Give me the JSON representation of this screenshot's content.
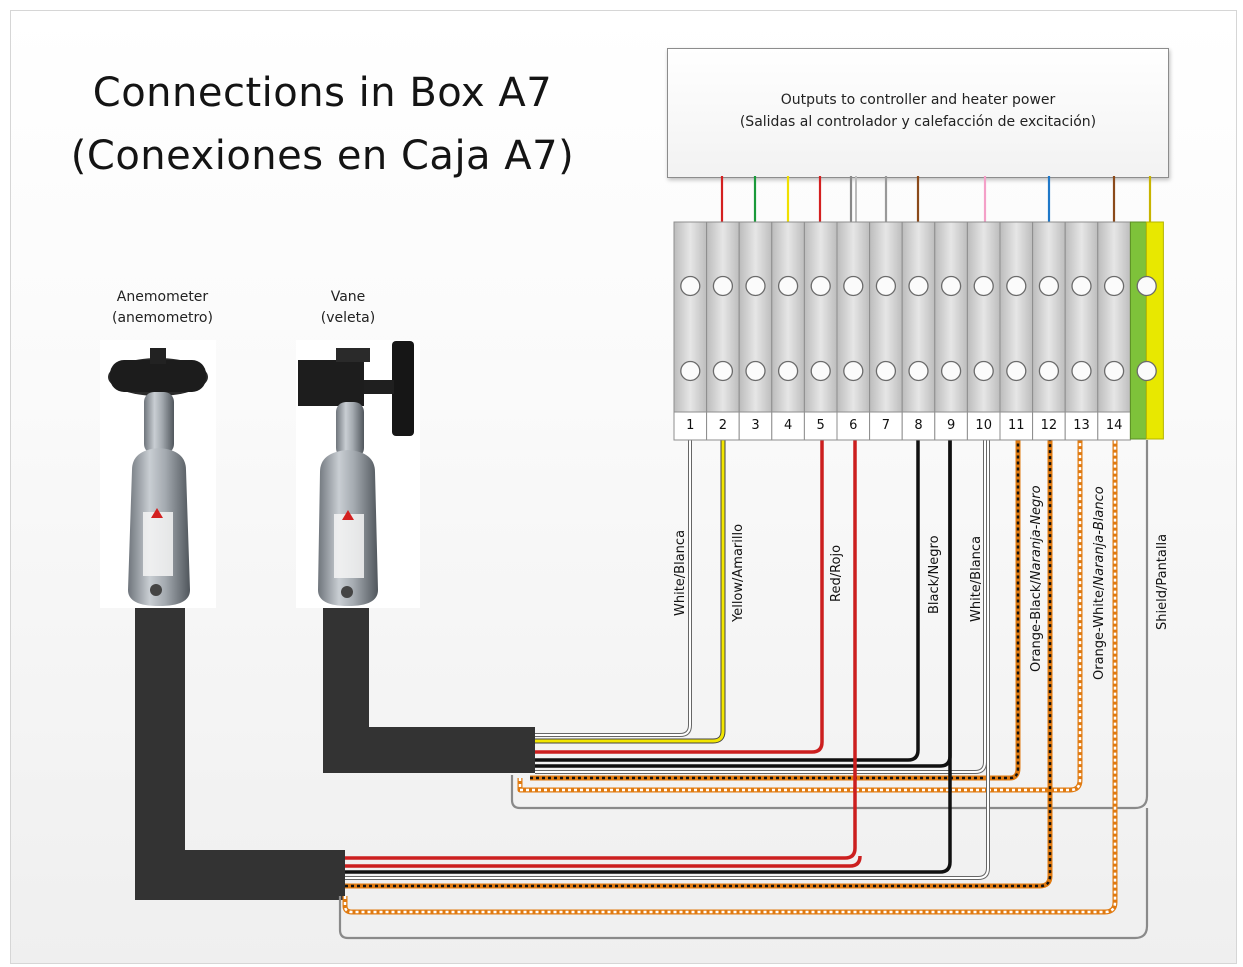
{
  "title": {
    "line1": "Connections in Box A7",
    "line2": "(Conexiones en Caja A7)"
  },
  "devices": {
    "anemometer": {
      "label": "Anemometer",
      "sublabel": "(anemometro)"
    },
    "vane": {
      "label": "Vane",
      "sublabel": "(veleta)"
    }
  },
  "outputs_box": {
    "line1": "Outputs to controller and heater power",
    "line2": "(Salidas al controlador y calefacción de excitación)"
  },
  "terminals": [
    "1",
    "2",
    "3",
    "4",
    "5",
    "6",
    "7",
    "8",
    "9",
    "10",
    "11",
    "12",
    "13",
    "14",
    ""
  ],
  "output_wire_colors": [
    "#d42020",
    "#1a9a3a",
    "#f0e000",
    "#d42020",
    "#888888",
    "#999999",
    "#8b4a1a",
    "#f4a0c8",
    "#1f78c8",
    "#8b4a1a",
    "#c8b400"
  ],
  "wire_labels": [
    {
      "text": "White/Blanca"
    },
    {
      "text": "Yellow/Amarillo"
    },
    {
      "text": "Red/Rojo"
    },
    {
      "text": "Black/Negro"
    },
    {
      "text": "White/Blanca"
    },
    {
      "text": "Orange-Black/",
      "italic": "Naranja-Negro"
    },
    {
      "text": "Orange-White/",
      "italic": "Naranja-Blanco"
    },
    {
      "text": "Shield/Pantalla"
    }
  ],
  "colors": {
    "cable": "#333333",
    "red": "#cc1f1f",
    "yellow": "#f2e600",
    "orange": "#e07a10",
    "ground_green": "#7ec23a",
    "ground_yellow": "#e8e800",
    "terminal": "#d4d4d4"
  }
}
